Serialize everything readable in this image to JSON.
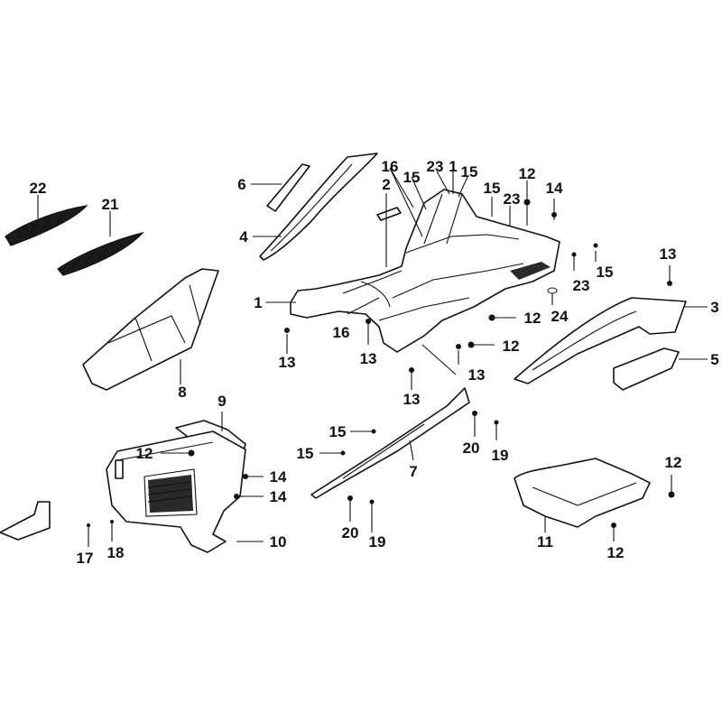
{
  "callouts": [
    {
      "id": "c-22",
      "text": "22"
    },
    {
      "id": "c-21",
      "text": "21"
    },
    {
      "id": "c-6",
      "text": "6"
    },
    {
      "id": "c-4",
      "text": "4"
    },
    {
      "id": "c-1a",
      "text": "1"
    },
    {
      "id": "c-8",
      "text": "8"
    },
    {
      "id": "c-2",
      "text": "2"
    },
    {
      "id": "c-16a",
      "text": "16"
    },
    {
      "id": "c-15a",
      "text": "15"
    },
    {
      "id": "c-23a",
      "text": "23"
    },
    {
      "id": "c-1b",
      "text": "1"
    },
    {
      "id": "c-15b",
      "text": "15"
    },
    {
      "id": "c-15c",
      "text": "15"
    },
    {
      "id": "c-23b",
      "text": "23"
    },
    {
      "id": "c-12a",
      "text": "12"
    },
    {
      "id": "c-14a",
      "text": "14"
    },
    {
      "id": "c-15d",
      "text": "15"
    },
    {
      "id": "c-23c",
      "text": "23"
    },
    {
      "id": "c-13a",
      "text": "13"
    },
    {
      "id": "c-3",
      "text": "3"
    },
    {
      "id": "c-24",
      "text": "24"
    },
    {
      "id": "c-12b",
      "text": "12"
    },
    {
      "id": "c-12c",
      "text": "12"
    },
    {
      "id": "c-16b",
      "text": "16"
    },
    {
      "id": "c-13b",
      "text": "13"
    },
    {
      "id": "c-13c",
      "text": "13"
    },
    {
      "id": "c-13d",
      "text": "13"
    },
    {
      "id": "c-13e",
      "text": "13"
    },
    {
      "id": "c-5",
      "text": "5"
    },
    {
      "id": "c-9",
      "text": "9"
    },
    {
      "id": "c-12d",
      "text": "12"
    },
    {
      "id": "c-14b",
      "text": "14"
    },
    {
      "id": "c-14c",
      "text": "14"
    },
    {
      "id": "c-10",
      "text": "10"
    },
    {
      "id": "c-17",
      "text": "17"
    },
    {
      "id": "c-18",
      "text": "18"
    },
    {
      "id": "c-15e",
      "text": "15"
    },
    {
      "id": "c-15f",
      "text": "15"
    },
    {
      "id": "c-7",
      "text": "7"
    },
    {
      "id": "c-20a",
      "text": "20"
    },
    {
      "id": "c-19a",
      "text": "19"
    },
    {
      "id": "c-20b",
      "text": "20"
    },
    {
      "id": "c-19b",
      "text": "19"
    },
    {
      "id": "c-12e",
      "text": "12"
    },
    {
      "id": "c-11",
      "text": "11"
    },
    {
      "id": "c-12f",
      "text": "12"
    }
  ]
}
